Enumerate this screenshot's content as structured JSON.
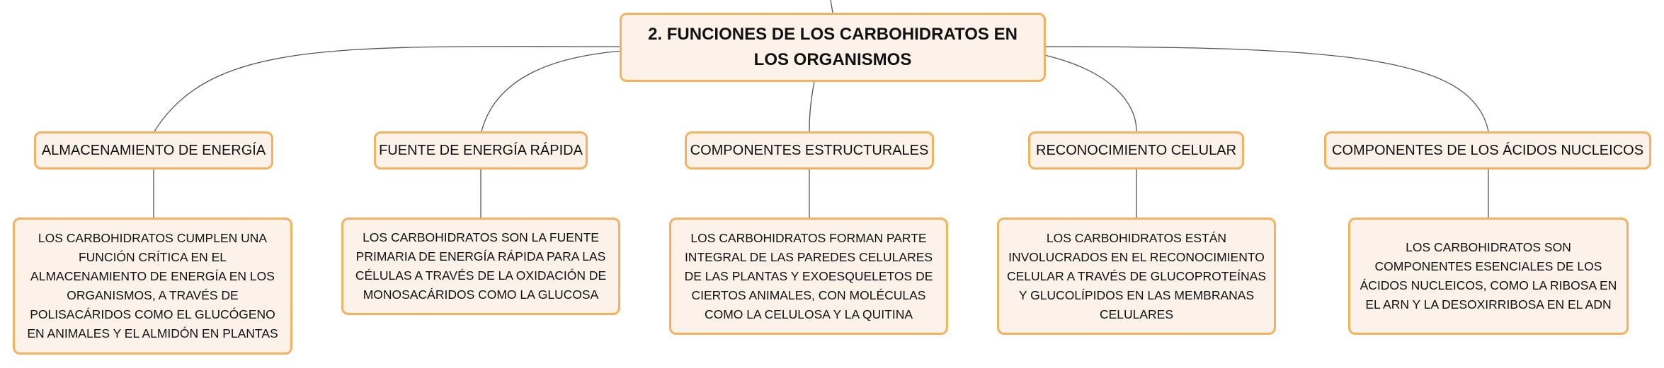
{
  "root": {
    "title": "2. FUNCIONES DE LOS CARBOHIDRATOS EN LOS ORGANISMOS"
  },
  "branches": [
    {
      "label": "ALMACENAMIENTO DE ENERGÍA",
      "detail": "LOS CARBOHIDRATOS CUMPLEN UNA FUNCIÓN CRÍTICA EN EL ALMACENAMIENTO DE ENERGÍA EN LOS ORGANISMOS, A TRAVÉS DE POLISACÁRIDOS COMO EL GLUCÓGENO EN ANIMALES Y EL ALMIDÓN EN PLANTAS"
    },
    {
      "label": "FUENTE DE ENERGÍA RÁPIDA",
      "detail": "LOS CARBOHIDRATOS SON LA FUENTE PRIMARIA DE ENERGÍA RÁPIDA PARA LAS CÉLULAS A TRAVÉS DE LA OXIDACIÓN DE MONOSACÁRIDOS COMO LA GLUCOSA"
    },
    {
      "label": "COMPONENTES ESTRUCTURALES",
      "detail": "LOS CARBOHIDRATOS FORMAN PARTE INTEGRAL DE LAS PAREDES CELULARES DE LAS PLANTAS Y EXOESQUELETOS DE CIERTOS ANIMALES, CON MOLÉCULAS COMO LA CELULOSA Y LA QUITINA"
    },
    {
      "label": "RECONOCIMIENTO CELULAR",
      "detail": "LOS CARBOHIDRATOS ESTÁN INVOLUCRADOS EN EL RECONOCIMIENTO CELULAR A TRAVÉS DE GLUCOPROTEÍNAS Y GLUCOLÍPIDOS EN LAS MEMBRANAS CELULARES"
    },
    {
      "label": "COMPONENTES DE LOS ÁCIDOS NUCLEICOS",
      "detail": "LOS CARBOHIDRATOS SON COMPONENTES ESENCIALES DE LOS ÁCIDOS NUCLEICOS, COMO LA RIBOSA EN EL ARN Y LA DESOXIRRIBOSA EN EL ADN"
    }
  ],
  "colors": {
    "node_fill": "#fdf2ea",
    "node_border": "#f4b15f",
    "connector": "#555555",
    "text": "#111111"
  }
}
